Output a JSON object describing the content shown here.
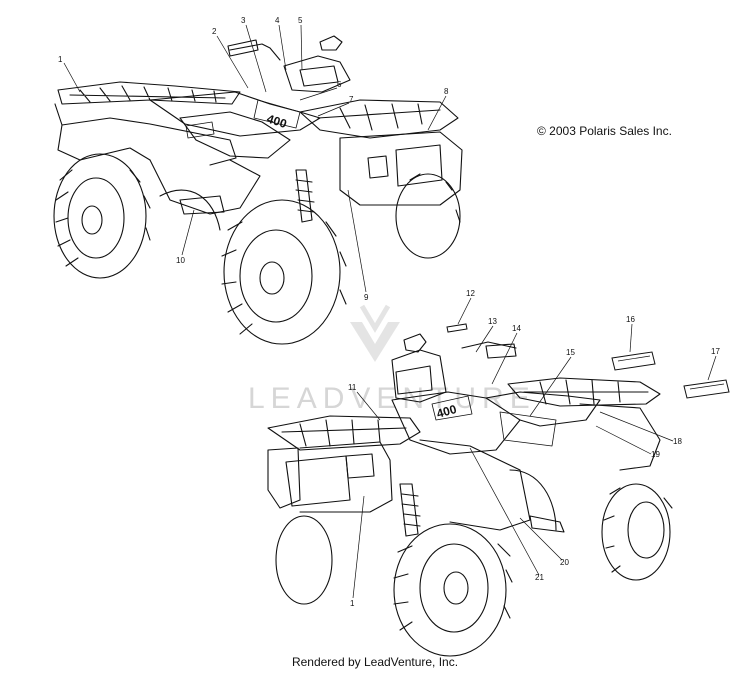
{
  "copyright": "© 2003 Polaris Sales Inc.",
  "footer": "Rendered by LeadVenture, Inc.",
  "watermark": "LEADVENTURE",
  "decal_text": {
    "model_number": "400"
  },
  "callouts": [
    {
      "id": "callout-1-top",
      "label": "1"
    },
    {
      "id": "callout-2",
      "label": "2"
    },
    {
      "id": "callout-3",
      "label": "3"
    },
    {
      "id": "callout-4",
      "label": "4"
    },
    {
      "id": "callout-5",
      "label": "5"
    },
    {
      "id": "callout-6",
      "label": "6"
    },
    {
      "id": "callout-7",
      "label": "7"
    },
    {
      "id": "callout-8",
      "label": "8"
    },
    {
      "id": "callout-9",
      "label": "9"
    },
    {
      "id": "callout-10",
      "label": "10"
    },
    {
      "id": "callout-11",
      "label": "11"
    },
    {
      "id": "callout-12",
      "label": "12"
    },
    {
      "id": "callout-13",
      "label": "13"
    },
    {
      "id": "callout-14",
      "label": "14"
    },
    {
      "id": "callout-15",
      "label": "15"
    },
    {
      "id": "callout-16",
      "label": "16"
    },
    {
      "id": "callout-17",
      "label": "17"
    },
    {
      "id": "callout-18",
      "label": "18"
    },
    {
      "id": "callout-19",
      "label": "19"
    },
    {
      "id": "callout-20",
      "label": "20"
    },
    {
      "id": "callout-21",
      "label": "21"
    },
    {
      "id": "callout-1-bottom",
      "label": "1"
    }
  ]
}
